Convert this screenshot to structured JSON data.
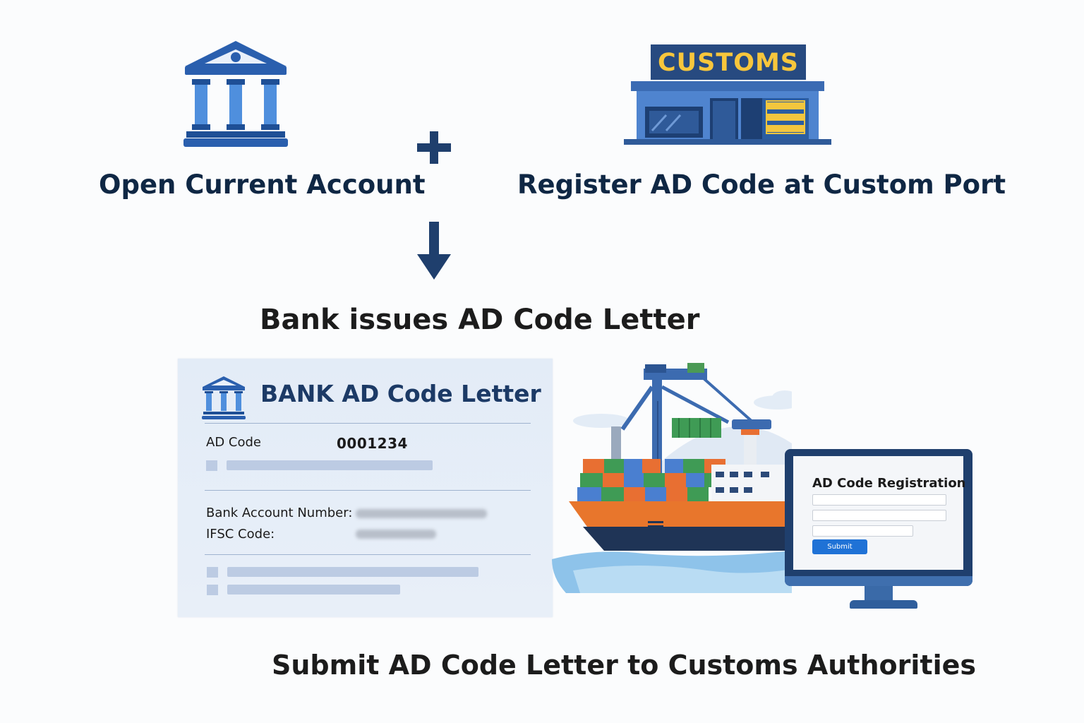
{
  "steps": {
    "open_account": "Open Current Account",
    "register_ad": "Register AD Code at Custom Port",
    "bank_issues": "Bank issues AD Code Letter",
    "submit": "Submit AD Code Letter to Customs Authorities"
  },
  "customs_sign": "CUSTOMS",
  "letter": {
    "title": "BANK AD Code Letter",
    "ad_code_label": "AD Code",
    "ad_code_value": "0001234",
    "bank_account_label": "Bank Account Number:",
    "ifsc_label": "IFSC Code:"
  },
  "registration_form": {
    "title": "AD Code Registration",
    "submit_label": "Submit"
  },
  "colors": {
    "navy": "#1c3a66",
    "accent_blue": "#2c66b8",
    "sign_text": "#f7c63c",
    "ship_hull": "#e8762c"
  },
  "icons": [
    "bank-icon",
    "customs-building-icon",
    "plus-icon",
    "arrow-down-icon",
    "cargo-ship-icon",
    "monitor-icon"
  ]
}
